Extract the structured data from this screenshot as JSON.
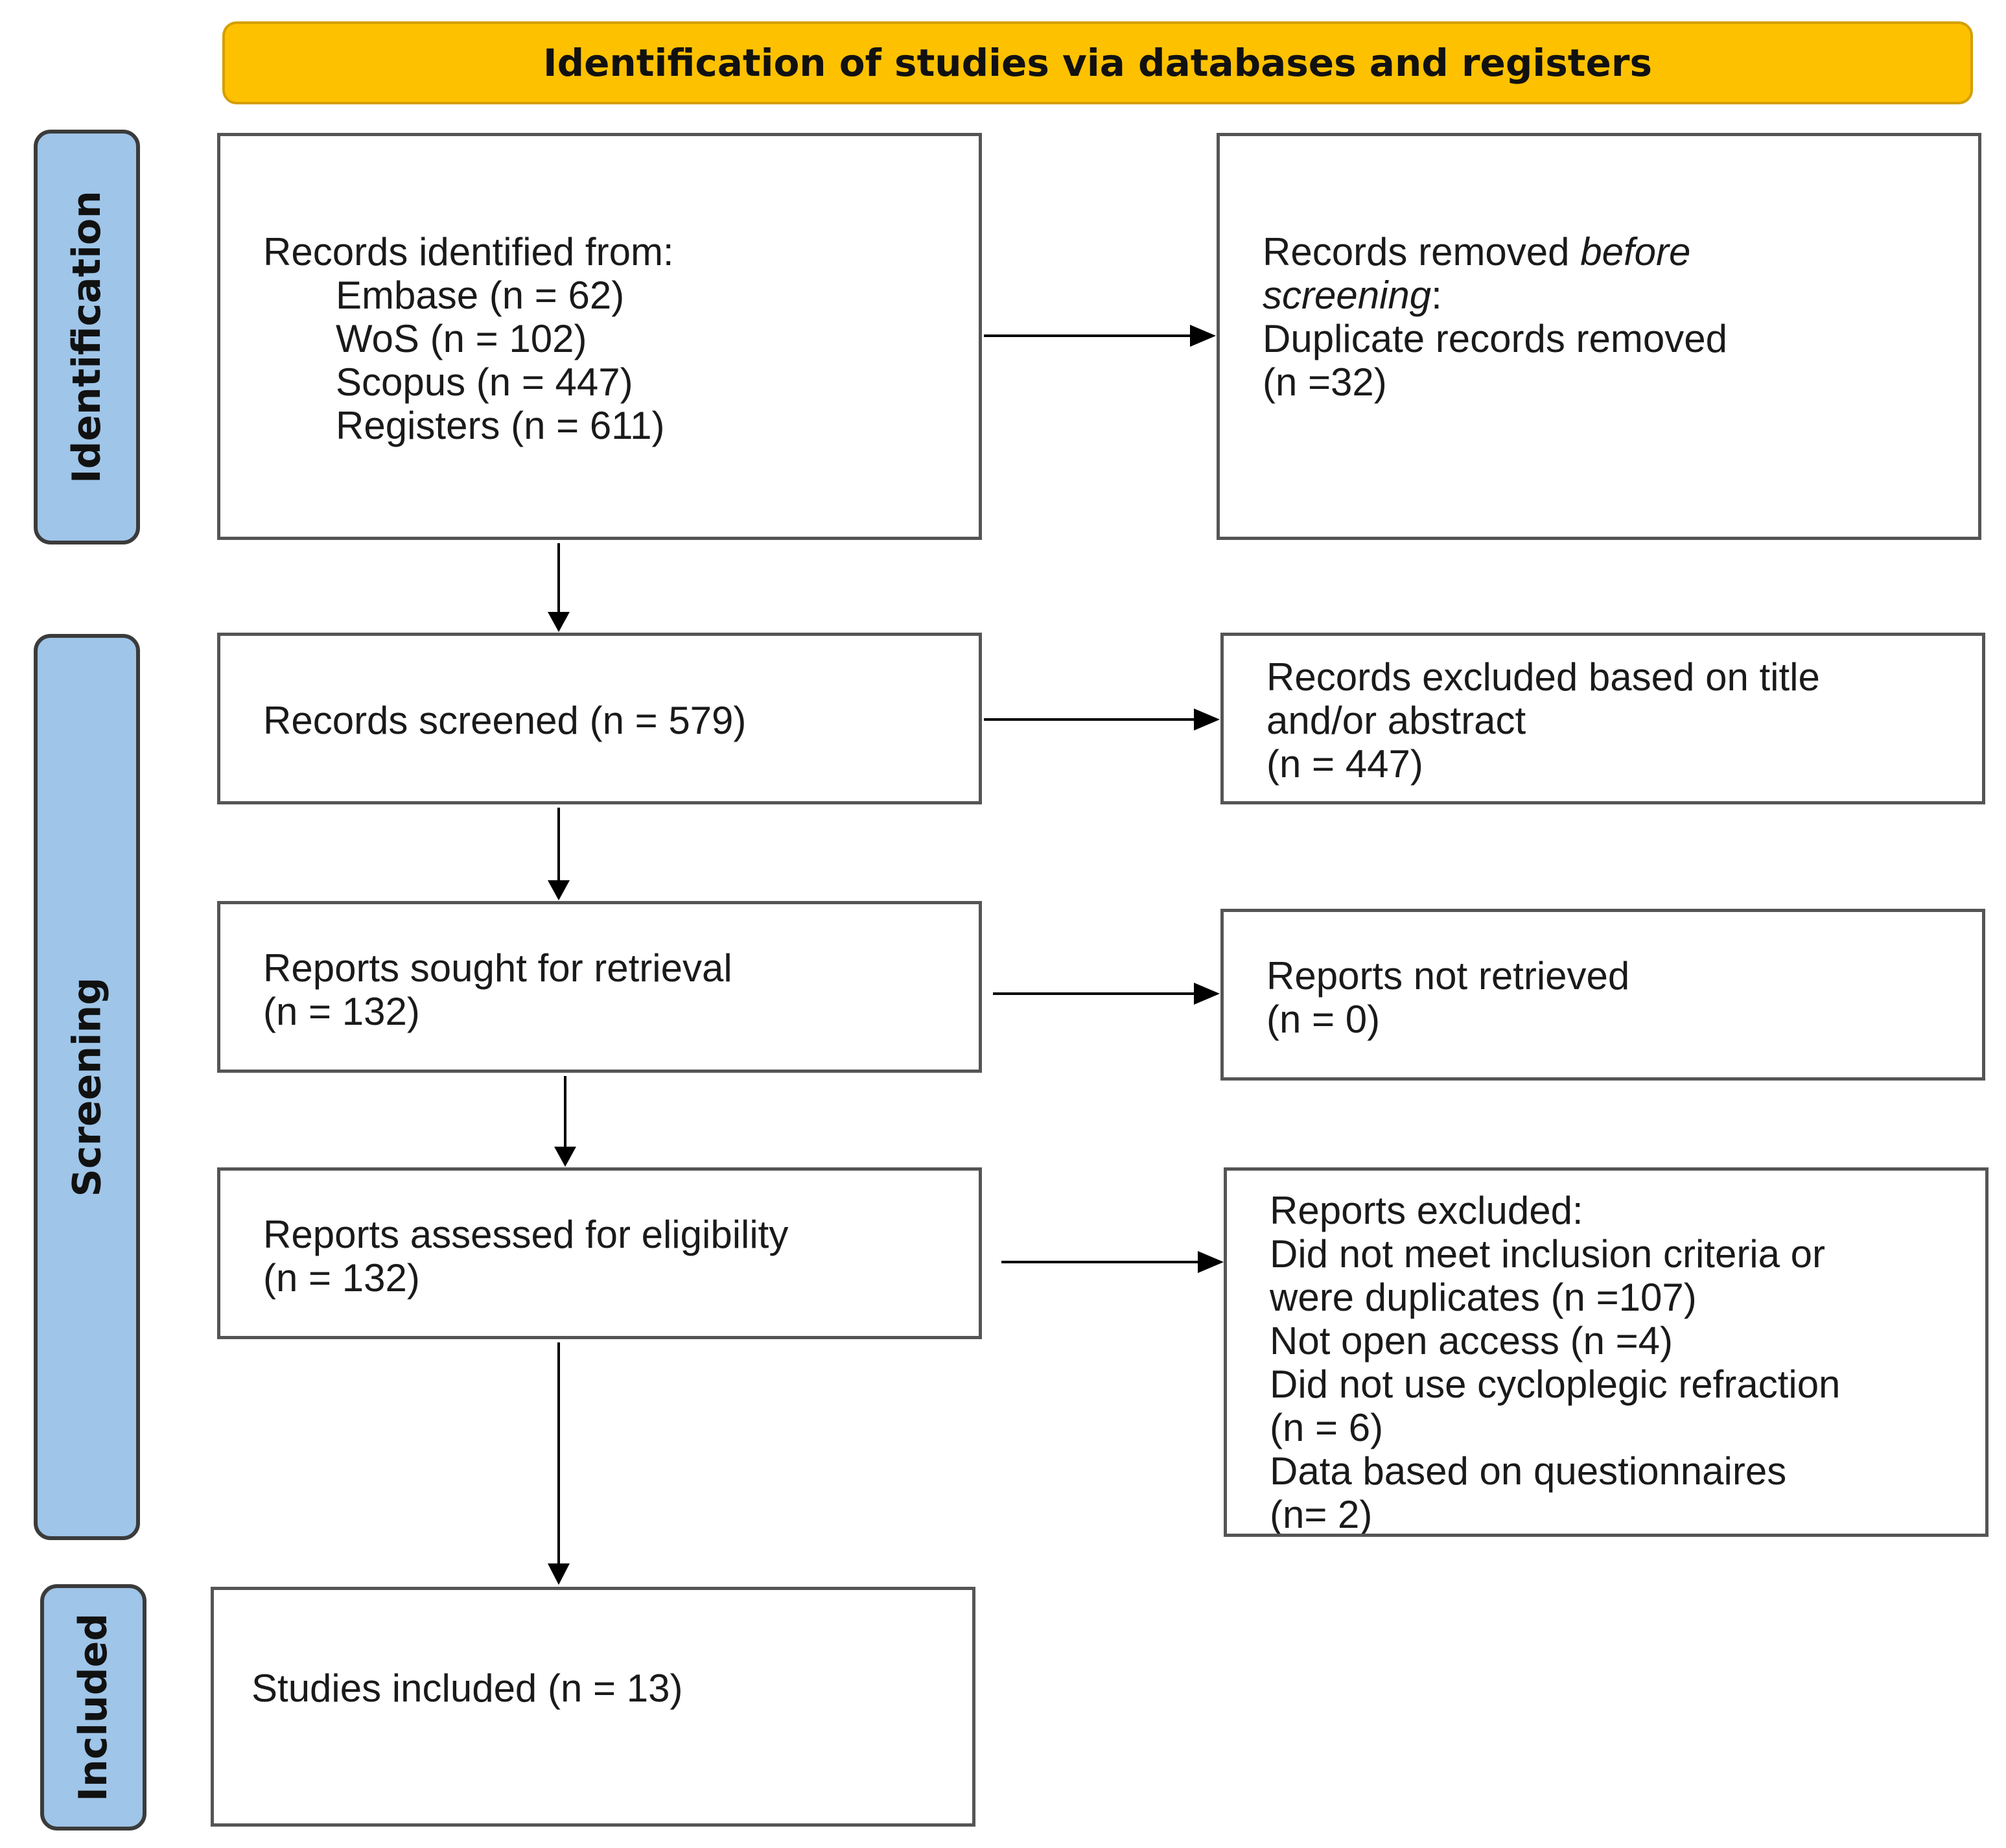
{
  "header": {
    "title": "Identification of studies via databases and registers"
  },
  "phases": {
    "identification": "Identification",
    "screening": "Screening",
    "included": "Included"
  },
  "identified": {
    "title": "Records identified from:",
    "sources": [
      "Embase (n = 62)",
      "WoS (n = 102)",
      "Scopus (n = 447)",
      "Registers (n = 611)"
    ]
  },
  "removed": {
    "line1_prefix": "Records removed ",
    "line1_italic": "before",
    "line2_italic": "screening",
    "line2_suffix": ":",
    "line3": "Duplicate records removed",
    "line4": "(n =32)"
  },
  "screened": {
    "text": "Records screened (n = 579)"
  },
  "excluded_title": {
    "lines": [
      "Records excluded based on title",
      "and/or abstract",
      "(n = 447)"
    ]
  },
  "sought": {
    "lines": [
      "Reports sought for retrieval",
      "(n = 132)"
    ]
  },
  "not_retrieved": {
    "lines": [
      "Reports not retrieved",
      "(n = 0)"
    ]
  },
  "assessed": {
    "lines": [
      "Reports assessed for eligibility",
      "(n = 132)"
    ]
  },
  "reports_excluded": {
    "lines": [
      "Reports excluded:",
      "Did not meet inclusion criteria or",
      "were duplicates (n =107)",
      "Not open access (n =4)",
      "Did not use cycloplegic refraction",
      "(n = 6)",
      "Data based on questionnaires",
      "(n= 2)"
    ]
  },
  "included": {
    "text": "Studies included (n = 13)"
  },
  "colors": {
    "header_fill": "#fec100",
    "phase_fill": "#9fc5e8",
    "box_border": "#555555",
    "arrow": "#000000"
  }
}
